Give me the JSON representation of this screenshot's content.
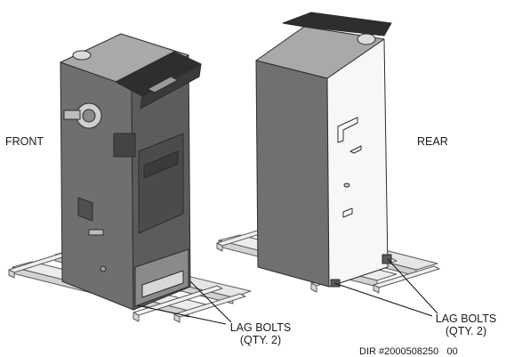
{
  "labels": {
    "front": "FRONT",
    "rear": "REAR",
    "lag_bolts_left": {
      "line1": "LAG BOLTS",
      "line2": "(QTY. 2)"
    },
    "lag_bolts_right": {
      "line1": "LAG BOLTS",
      "line2": "(QTY. 2)"
    },
    "document_id": "DIR #2000508250   00"
  },
  "colors": {
    "skid_wood": "#ebebeb",
    "skid_edge": "#5a5a5a",
    "cabinet_dark": "#6e6e70",
    "cabinet_side": "#58585a",
    "cabinet_top": "#a8a8aa",
    "rear_panel": "#f6f6f6",
    "control_panel": "#2a2a2a",
    "leader_line": "#111111"
  },
  "icons": {
    "front_unit": "boiler-front-illustration",
    "rear_unit": "boiler-rear-illustration",
    "skid": "wooden-skid-illustration"
  }
}
